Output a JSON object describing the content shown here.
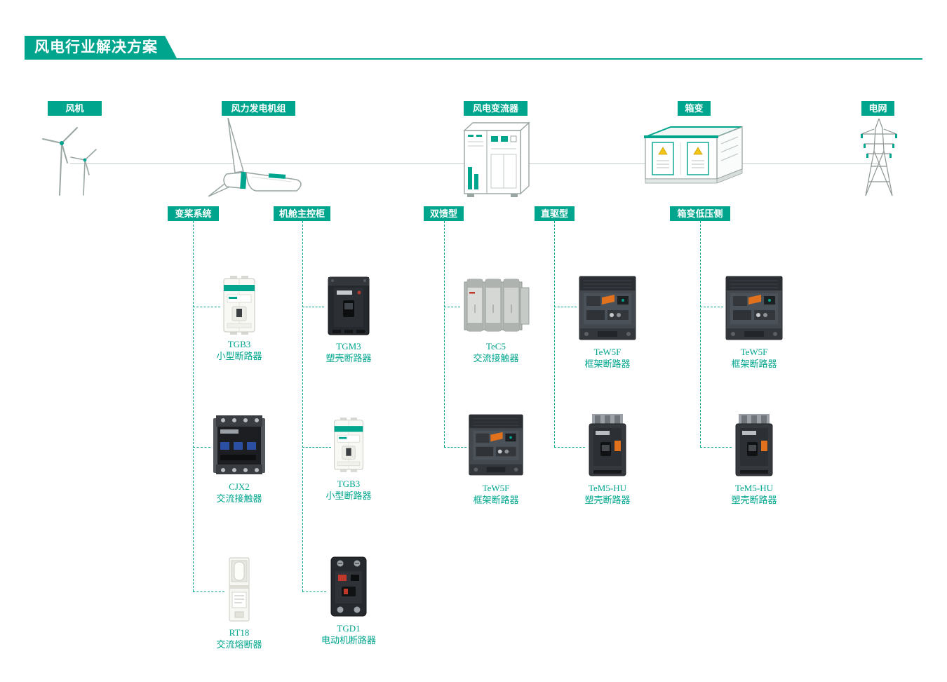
{
  "colors": {
    "accent": "#00A58E",
    "outline_gray": "#9AA6A3",
    "warning_yellow": "#F2C514",
    "orange_accent": "#E2711D"
  },
  "header": {
    "title": "风电行业解决方案"
  },
  "top_chain": [
    {
      "label": "风机",
      "icon": "wind-turbines-icon"
    },
    {
      "label": "风力发电机组",
      "icon": "nacelle-icon"
    },
    {
      "label": "风电变流器",
      "icon": "converter-cabinet-icon"
    },
    {
      "label": "箱变",
      "icon": "box-transformer-icon"
    },
    {
      "label": "电网",
      "icon": "transmission-tower-icon"
    }
  ],
  "columns": [
    {
      "label": "变桨系统",
      "products": [
        {
          "model": "TGB3",
          "desc": "小型断路器",
          "image": "mcb"
        },
        {
          "model": "CJX2",
          "desc": "交流接触器",
          "image": "contactor"
        },
        {
          "model": "RT18",
          "desc": "交流熔断器",
          "image": "fuse-holder"
        }
      ]
    },
    {
      "label": "机舱主控柜",
      "products": [
        {
          "model": "TGM3",
          "desc": "塑壳断路器",
          "image": "mccb"
        },
        {
          "model": "TGB3",
          "desc": "小型断路器",
          "image": "mcb"
        },
        {
          "model": "TGD1",
          "desc": "电动机断路器",
          "image": "motor-breaker"
        }
      ]
    },
    {
      "label": "双馈型",
      "products": [
        {
          "model": "TeC5",
          "desc": "交流接触器",
          "image": "large-contactor"
        },
        {
          "model": "TeW5F",
          "desc": "框架断路器",
          "image": "acb"
        }
      ]
    },
    {
      "label": "直驱型",
      "products": [
        {
          "model": "TeW5F",
          "desc": "框架断路器",
          "image": "acb"
        },
        {
          "model": "TeM5-HU",
          "desc": "塑壳断路器",
          "image": "mccb-hu"
        }
      ]
    },
    {
      "label": "箱变低压侧",
      "products": [
        {
          "model": "TeW5F",
          "desc": "框架断路器",
          "image": "acb"
        },
        {
          "model": "TeM5-HU",
          "desc": "塑壳断路器",
          "image": "mccb-hu"
        }
      ]
    }
  ]
}
